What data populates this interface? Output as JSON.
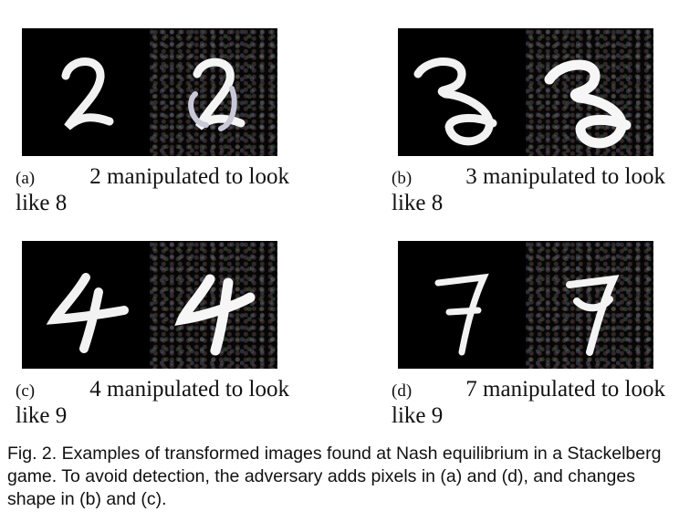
{
  "panels": [
    {
      "tag": "(a)",
      "text_line1": "2 manipulated to look",
      "text_line2": "like 8"
    },
    {
      "tag": "(b)",
      "text_line1": "3 manipulated to look",
      "text_line2": "like 8"
    },
    {
      "tag": "(c)",
      "text_line1": "4 manipulated to look",
      "text_line2": "like 9"
    },
    {
      "tag": "(d)",
      "text_line1": "7 manipulated to look",
      "text_line2": "like 9"
    }
  ],
  "figure_caption": "Fig. 2. Examples of transformed images found at Nash equilibrium in a Stackelberg game. To avoid detection, the adversary adds pixels in (a) and (d), and changes shape in (b) and (c)."
}
